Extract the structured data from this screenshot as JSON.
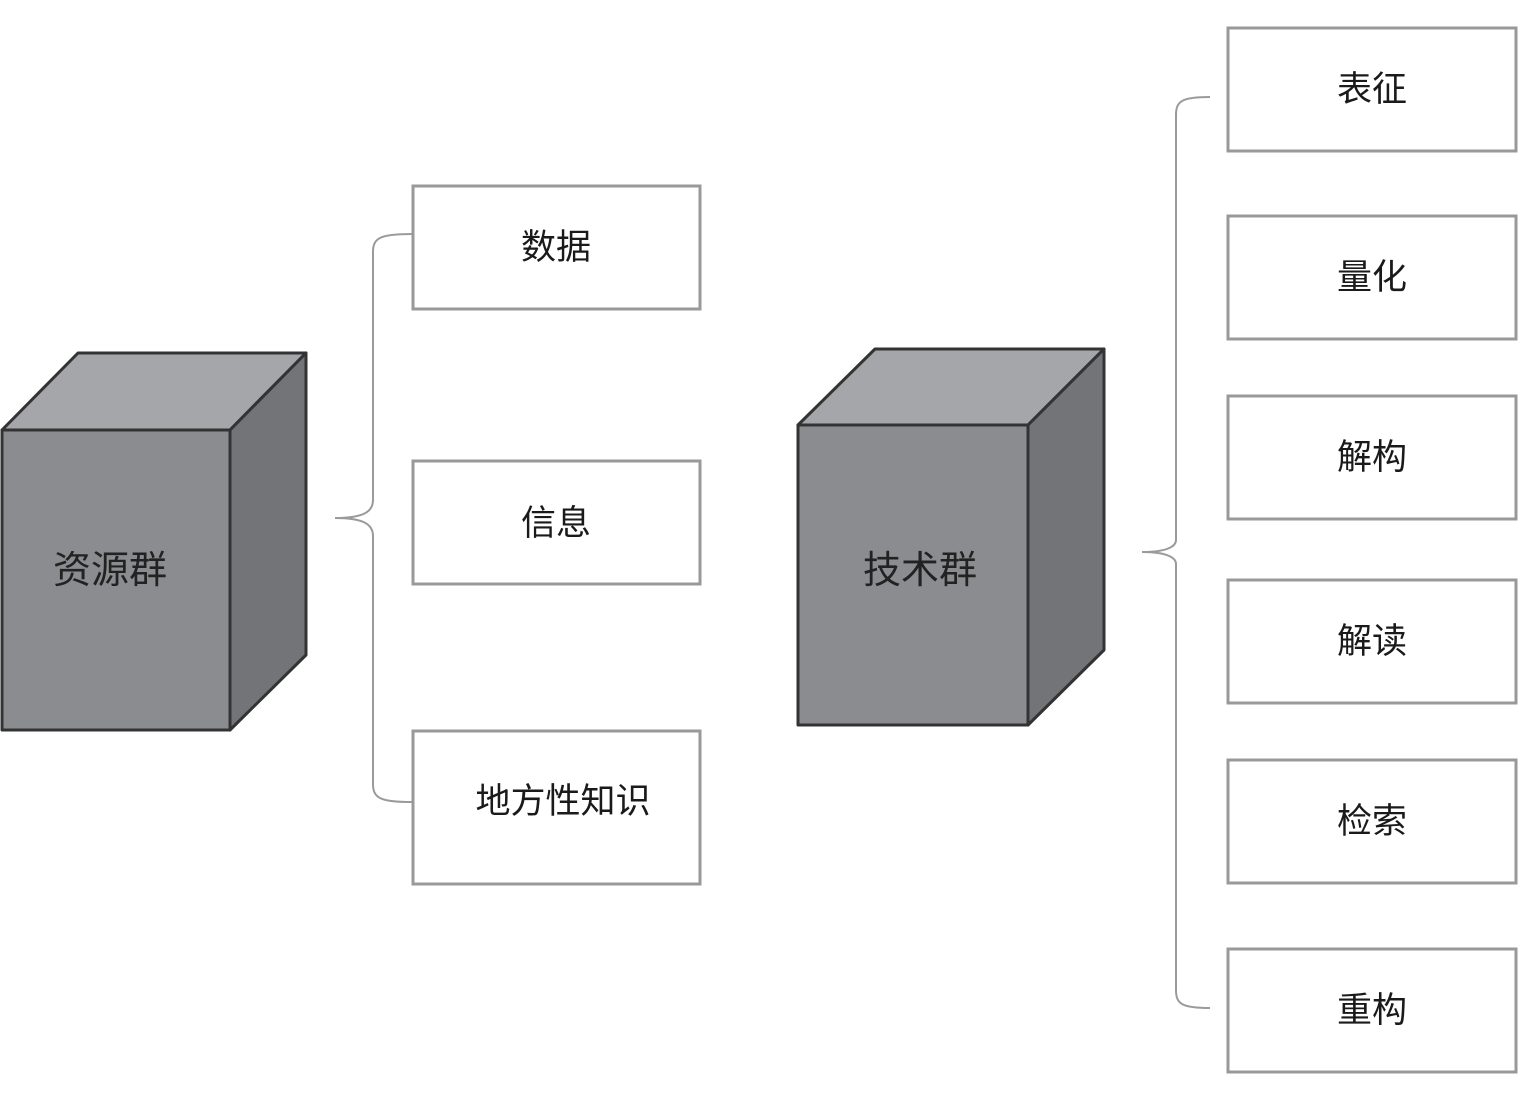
{
  "colors": {
    "cube_front": "#8a8c8f",
    "cube_top": "#a4a6a9",
    "cube_side": "#727477",
    "cube_edge": "#333333",
    "box_border": "#999999",
    "brace": "#9a9a9a"
  },
  "resource_group": {
    "label": "资源群",
    "items": [
      "数据",
      "信息",
      "地方性知识"
    ]
  },
  "technology_group": {
    "label": "技术群",
    "items": [
      "表征",
      "量化",
      "解构",
      "解读",
      "检索",
      "重构"
    ]
  }
}
